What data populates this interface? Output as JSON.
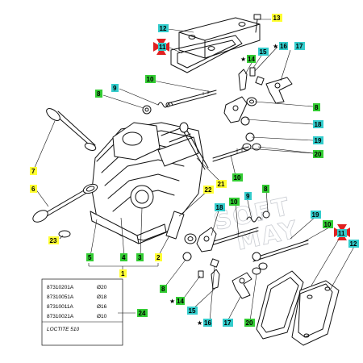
{
  "colors": {
    "yellow": "#ffff33",
    "green": "#33cc33",
    "cyan": "#33cccc",
    "red": "#e02020",
    "line": "#111111",
    "watermark": "#c9ccd2"
  },
  "watermark": {
    "line1": "SOFT",
    "line2": "MAY"
  },
  "callouts": [
    {
      "id": "c13",
      "label": "13",
      "color": "yellow"
    },
    {
      "id": "c12a",
      "label": "12",
      "color": "cyan"
    },
    {
      "id": "c11a",
      "label": "11",
      "color": "cyan"
    },
    {
      "id": "c16a",
      "label": "16",
      "color": "cyan",
      "star": true
    },
    {
      "id": "c17a",
      "label": "17",
      "color": "cyan"
    },
    {
      "id": "c14a",
      "label": "14",
      "color": "green",
      "star": true
    },
    {
      "id": "c15a",
      "label": "15",
      "color": "cyan"
    },
    {
      "id": "c9a",
      "label": "9",
      "color": "cyan"
    },
    {
      "id": "c10a",
      "label": "10",
      "color": "green"
    },
    {
      "id": "c8a",
      "label": "8",
      "color": "green"
    },
    {
      "id": "c8b",
      "label": "8",
      "color": "green"
    },
    {
      "id": "c18a",
      "label": "18",
      "color": "cyan"
    },
    {
      "id": "c19a",
      "label": "19",
      "color": "cyan"
    },
    {
      "id": "c20a",
      "label": "20",
      "color": "green"
    },
    {
      "id": "c10b",
      "label": "10",
      "color": "green"
    },
    {
      "id": "c21",
      "label": "21",
      "color": "yellow"
    },
    {
      "id": "c7",
      "label": "7",
      "color": "yellow"
    },
    {
      "id": "c6",
      "label": "6",
      "color": "yellow"
    },
    {
      "id": "c22",
      "label": "22",
      "color": "yellow"
    },
    {
      "id": "c10c",
      "label": "10",
      "color": "green"
    },
    {
      "id": "c9b",
      "label": "9",
      "color": "cyan"
    },
    {
      "id": "c8c",
      "label": "8",
      "color": "green"
    },
    {
      "id": "c18b",
      "label": "18",
      "color": "cyan"
    },
    {
      "id": "c19b",
      "label": "19",
      "color": "cyan"
    },
    {
      "id": "c10d",
      "label": "10",
      "color": "green"
    },
    {
      "id": "c11b",
      "label": "11",
      "color": "cyan"
    },
    {
      "id": "c12b",
      "label": "12",
      "color": "cyan"
    },
    {
      "id": "c23",
      "label": "23",
      "color": "yellow"
    },
    {
      "id": "c5",
      "label": "5",
      "color": "green"
    },
    {
      "id": "c4",
      "label": "4",
      "color": "green"
    },
    {
      "id": "c3",
      "label": "3",
      "color": "green"
    },
    {
      "id": "c2",
      "label": "2",
      "color": "yellow"
    },
    {
      "id": "c1",
      "label": "1",
      "color": "yellow"
    },
    {
      "id": "c8d",
      "label": "8",
      "color": "green"
    },
    {
      "id": "c14b",
      "label": "14",
      "color": "green",
      "star": true
    },
    {
      "id": "c15b",
      "label": "15",
      "color": "cyan"
    },
    {
      "id": "c16b",
      "label": "16",
      "color": "cyan",
      "star": true
    },
    {
      "id": "c17b",
      "label": "17",
      "color": "cyan"
    },
    {
      "id": "c20b",
      "label": "20",
      "color": "green"
    },
    {
      "id": "c24",
      "label": "24",
      "color": "green"
    }
  ],
  "parts_table": {
    "rows": [
      {
        "part_no": "87310201A",
        "size": "Ø20"
      },
      {
        "part_no": "87310051A",
        "size": "Ø18"
      },
      {
        "part_no": "87310011A",
        "size": "Ø16"
      },
      {
        "part_no": "87310021A",
        "size": "Ø10"
      }
    ],
    "footer": "LOCTITE 510"
  }
}
